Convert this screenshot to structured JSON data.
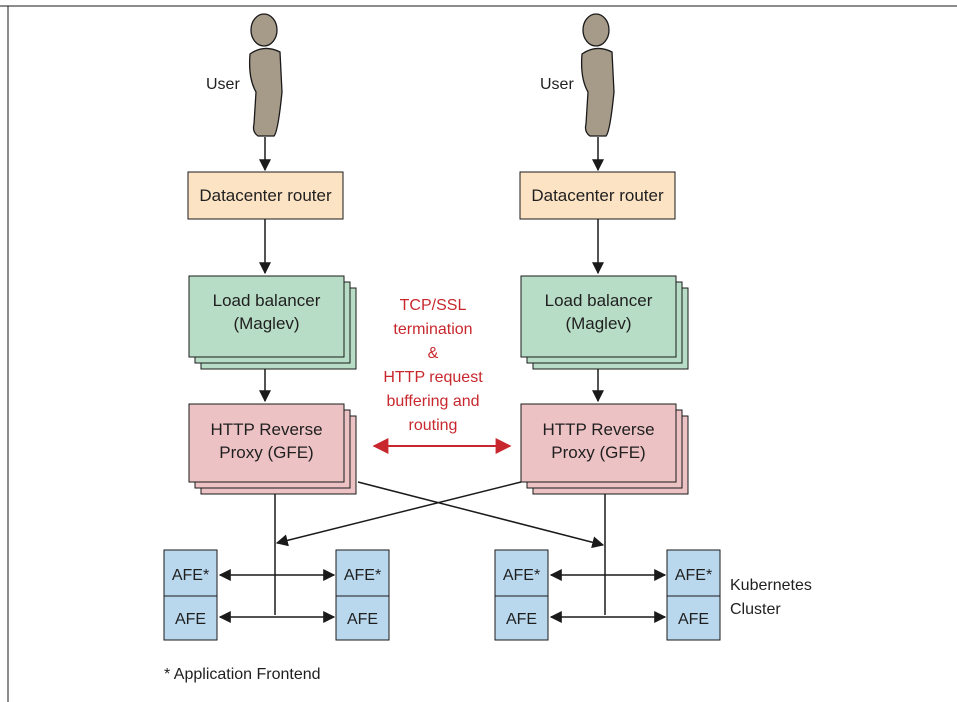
{
  "diagram": {
    "user_label": "User",
    "router_label": "Datacenter router",
    "lb_lines": [
      "Load balancer",
      "(Maglev)"
    ],
    "proxy_lines": [
      "HTTP Reverse",
      "Proxy (GFE)"
    ],
    "afe_star_label": "AFE*",
    "afe_label": "AFE",
    "middle_annotation": [
      "TCP/SSL",
      "termination",
      "&",
      "HTTP request",
      "buffering and",
      "routing"
    ],
    "cluster_label": [
      "Kubernetes",
      "Cluster"
    ],
    "footnote": "* Application Frontend",
    "colors": {
      "router_fill": "#fce3c4",
      "lb_fill": "#b8ddc6",
      "proxy_fill": "#ecc2c4",
      "afe_fill": "#b9d8ee",
      "user_fill": "#a69a89",
      "red_accent": "#c8282d"
    },
    "icons": [
      "user-icon"
    ],
    "columns": [
      "left",
      "right"
    ]
  }
}
